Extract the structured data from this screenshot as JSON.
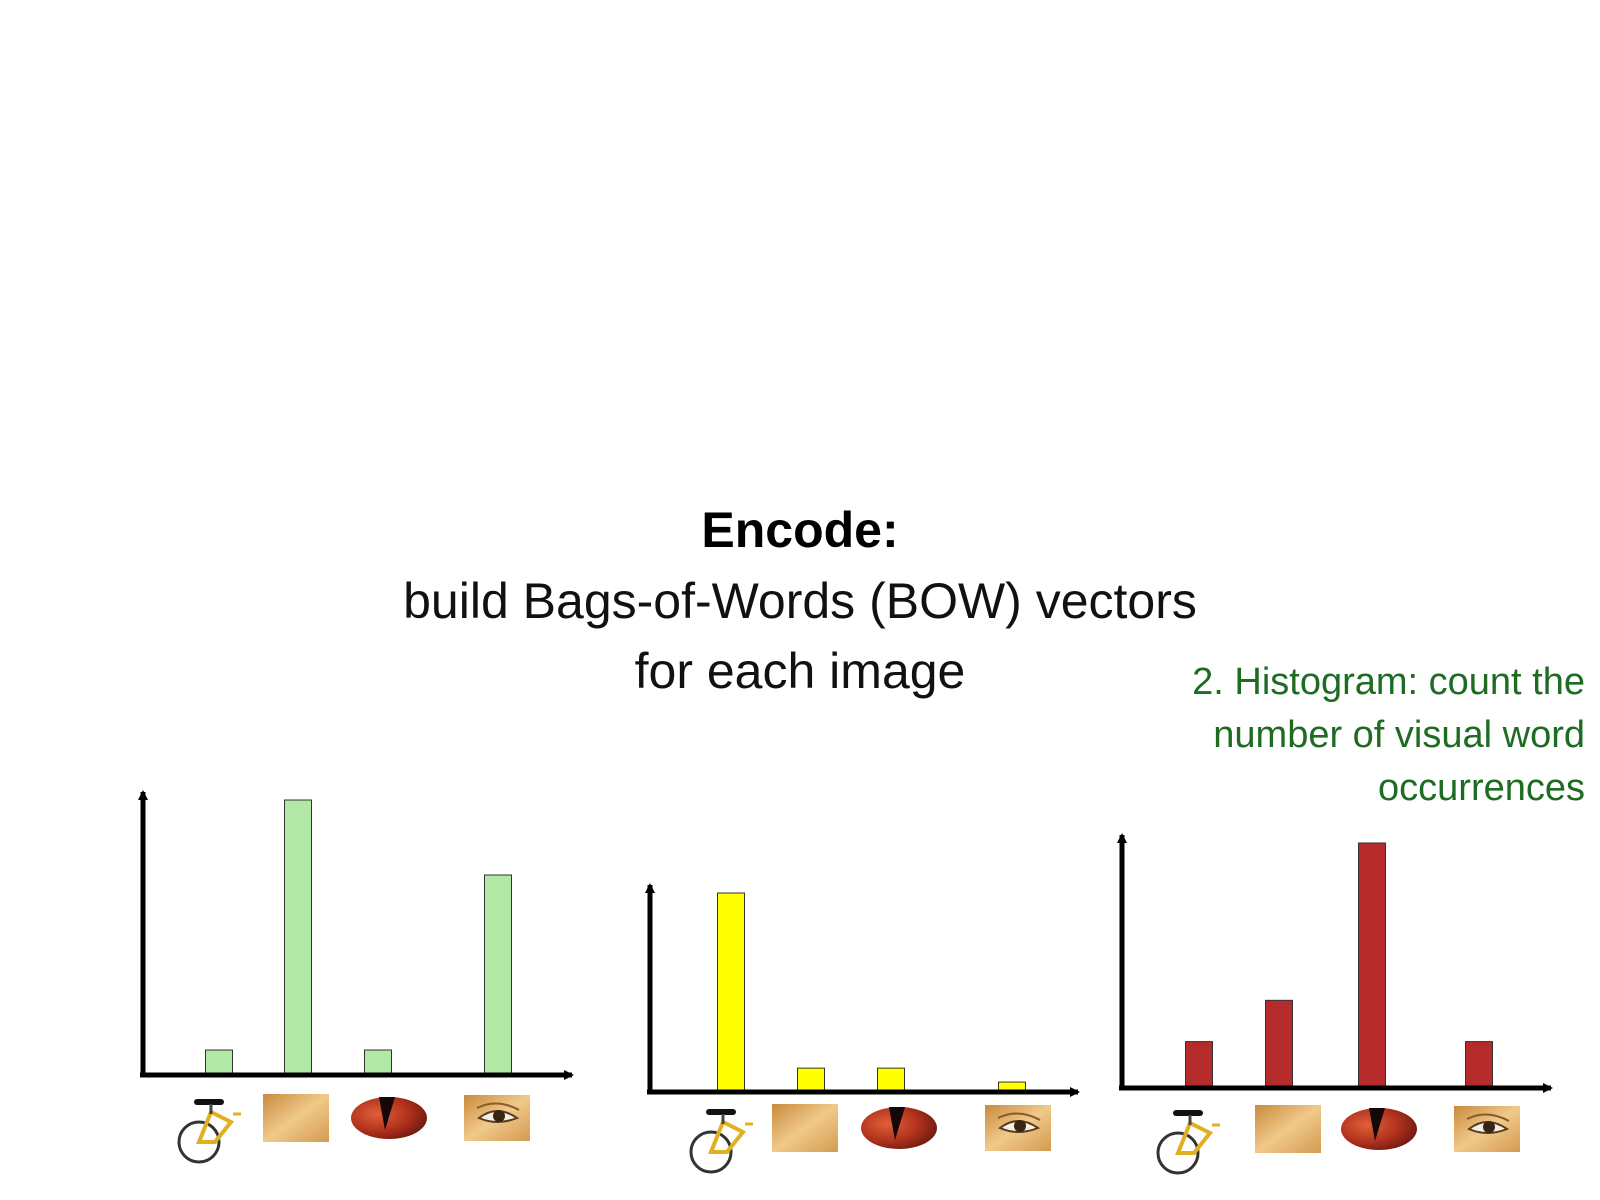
{
  "slide": {
    "title": "Encode:",
    "subtitle_lines": [
      "build Bags-of-Words (BOW) vectors",
      "for each image"
    ],
    "annotation_lines": [
      "2. Histogram: count the",
      "number of visual word",
      "occurrences"
    ]
  },
  "icons": [
    "bicycle-patch-icon",
    "face-patch-icon",
    "violin-patch-icon",
    "eye-patch-icon"
  ],
  "chart_data": [
    {
      "type": "bar",
      "categories": [
        "bicycle-patch",
        "face-patch",
        "violin-patch",
        "eye-patch"
      ],
      "values": [
        1,
        11,
        1,
        8
      ],
      "color": "#b2e8a6",
      "ylim": [
        0,
        11
      ],
      "grid": false
    },
    {
      "type": "bar",
      "categories": [
        "bicycle-patch",
        "face-patch",
        "violin-patch",
        "eye-patch"
      ],
      "values": [
        10,
        1.2,
        1.2,
        0.5
      ],
      "color": "#ffff00",
      "ylim": [
        0,
        10
      ],
      "grid": false
    },
    {
      "type": "bar",
      "categories": [
        "bicycle-patch",
        "face-patch",
        "violin-patch",
        "eye-patch"
      ],
      "values": [
        1.8,
        3.4,
        9.5,
        1.8
      ],
      "color": "#b52a2a",
      "ylim": [
        0,
        9.5
      ],
      "grid": false
    }
  ]
}
